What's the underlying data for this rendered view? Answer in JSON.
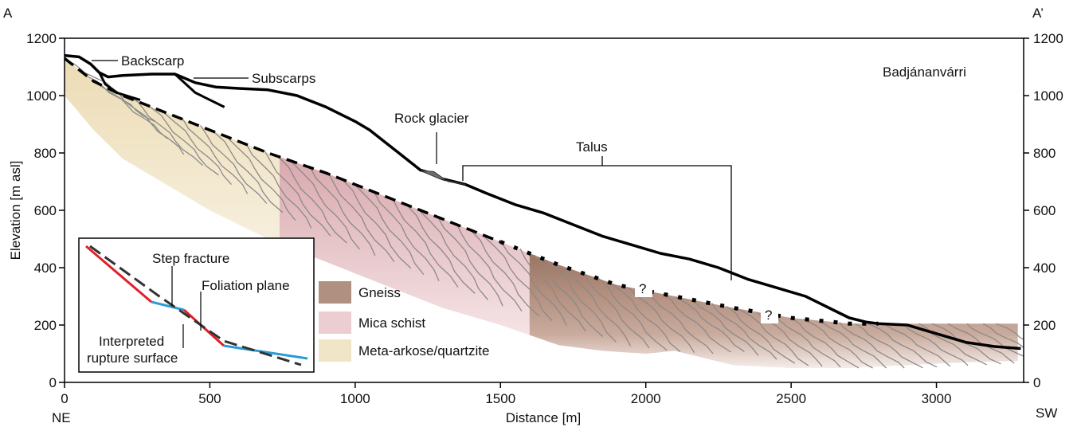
{
  "section": {
    "label_start": "A",
    "label_end": "A’",
    "dir_start": "NE",
    "dir_end": "SW",
    "site": "Badjánanvárri"
  },
  "axes": {
    "x_label": "Distance [m]",
    "y_label": "Elevation [m asl]",
    "x_ticks": [
      "0",
      "500",
      "1000",
      "1500",
      "2000",
      "2500",
      "3000"
    ],
    "x_tick_values": [
      0,
      500,
      1000,
      1500,
      2000,
      2500,
      3000
    ],
    "y_ticks": [
      "0",
      "200",
      "400",
      "600",
      "800",
      "1000",
      "1200"
    ],
    "y_tick_values": [
      0,
      200,
      400,
      600,
      800,
      1000,
      1200
    ],
    "x_range": [
      0,
      3300
    ],
    "y_range": [
      0,
      1200
    ]
  },
  "callouts": {
    "backscarp": "Backscarp",
    "subscarps": "Subscarps",
    "rock_glacier": "Rock glacier",
    "talus": "Talus",
    "q1": "?",
    "q2": "?"
  },
  "legend": {
    "items": [
      {
        "label": "Gneiss",
        "color": "#b09080"
      },
      {
        "label": "Mica schist",
        "color": "#ecced2"
      },
      {
        "label": "Meta-arkose/quartzite",
        "color": "#f1e5c8"
      }
    ]
  },
  "inset": {
    "step_fracture": "Step fracture",
    "foliation_plane": "Foliation plane",
    "interpreted_line1": "Interpreted",
    "interpreted_line2": "rupture surface",
    "colors": {
      "foliation": "#e0202a",
      "step": "#2a9bd4",
      "rupture": "#333333"
    }
  },
  "profile": {
    "surface": [
      [
        0,
        1140
      ],
      [
        50,
        1135
      ],
      [
        90,
        1110
      ],
      [
        120,
        1080
      ],
      [
        150,
        1065
      ],
      [
        200,
        1070
      ],
      [
        300,
        1075
      ],
      [
        380,
        1075
      ],
      [
        450,
        1045
      ],
      [
        520,
        1030
      ],
      [
        600,
        1025
      ],
      [
        700,
        1020
      ],
      [
        800,
        1000
      ],
      [
        900,
        960
      ],
      [
        1000,
        910
      ],
      [
        1050,
        880
      ],
      [
        1100,
        840
      ],
      [
        1150,
        800
      ],
      [
        1200,
        760
      ],
      [
        1225,
        740
      ],
      [
        1260,
        730
      ],
      [
        1300,
        710
      ],
      [
        1380,
        690
      ],
      [
        1450,
        660
      ],
      [
        1550,
        620
      ],
      [
        1650,
        590
      ],
      [
        1750,
        550
      ],
      [
        1850,
        510
      ],
      [
        1950,
        480
      ],
      [
        2050,
        450
      ],
      [
        2150,
        430
      ],
      [
        2250,
        400
      ],
      [
        2350,
        360
      ],
      [
        2450,
        330
      ],
      [
        2550,
        300
      ],
      [
        2650,
        250
      ],
      [
        2700,
        225
      ],
      [
        2760,
        210
      ],
      [
        2800,
        205
      ],
      [
        2900,
        200
      ],
      [
        3000,
        170
      ],
      [
        3100,
        140
      ],
      [
        3200,
        125
      ],
      [
        3290,
        118
      ]
    ],
    "backscarp_line": [
      [
        120,
        1080
      ],
      [
        140,
        1040
      ],
      [
        180,
        1010
      ],
      [
        260,
        985
      ]
    ],
    "subscarp_line": [
      [
        380,
        1075
      ],
      [
        450,
        1010
      ],
      [
        550,
        960
      ]
    ],
    "rupture_dashed": [
      [
        0,
        1130
      ],
      [
        100,
        1050
      ],
      [
        200,
        1000
      ],
      [
        300,
        960
      ],
      [
        500,
        880
      ],
      [
        700,
        800
      ],
      [
        900,
        730
      ],
      [
        1100,
        650
      ],
      [
        1300,
        570
      ],
      [
        1500,
        490
      ]
    ],
    "rupture_dotted": [
      [
        1500,
        490
      ],
      [
        1700,
        410
      ],
      [
        1900,
        340
      ],
      [
        2100,
        300
      ],
      [
        2300,
        260
      ],
      [
        2500,
        225
      ],
      [
        2700,
        205
      ],
      [
        2800,
        205
      ]
    ],
    "rock_glacier_wedge": [
      [
        1225,
        738
      ],
      [
        1270,
        735
      ],
      [
        1320,
        700
      ],
      [
        1380,
        690
      ],
      [
        1290,
        710
      ]
    ],
    "quartzite_bottom": [
      [
        0,
        1130
      ],
      [
        0,
        1000
      ],
      [
        100,
        880
      ],
      [
        200,
        780
      ],
      [
        300,
        720
      ],
      [
        500,
        600
      ],
      [
        700,
        500
      ],
      [
        900,
        420
      ],
      [
        1100,
        340
      ],
      [
        1300,
        260
      ]
    ],
    "mica_bottom": [
      [
        1300,
        260
      ],
      [
        1500,
        200
      ],
      [
        1700,
        130
      ],
      [
        1850,
        110
      ],
      [
        2000,
        100
      ],
      [
        2100,
        110
      ]
    ],
    "gneiss_bottom": [
      [
        2100,
        110
      ],
      [
        2300,
        60
      ],
      [
        2500,
        50
      ],
      [
        2700,
        50
      ],
      [
        2900,
        60
      ],
      [
        3100,
        70
      ],
      [
        3280,
        75
      ]
    ],
    "boundary_q_m": 740,
    "boundary_m_g": 1600
  }
}
